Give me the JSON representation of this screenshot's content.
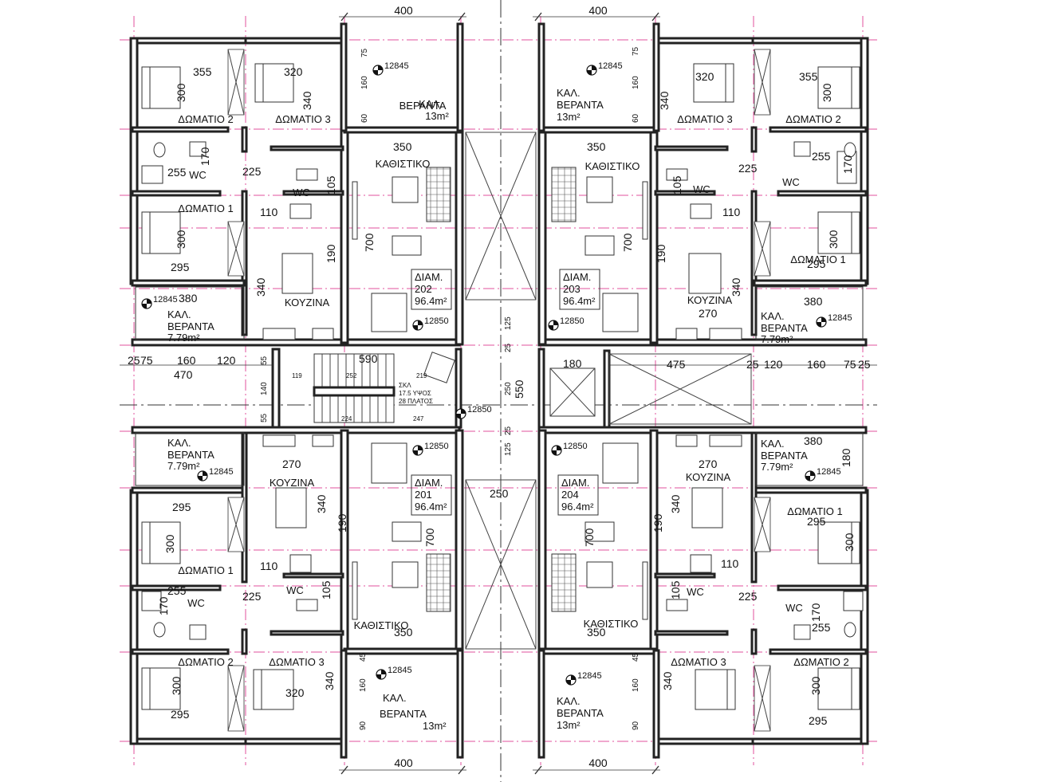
{
  "colors": {
    "wall": "#222222",
    "grid_line": "#e0529c",
    "background": "#ffffff"
  },
  "top_dims": [
    "400",
    "400"
  ],
  "bottom_dims": [
    "400",
    "400"
  ],
  "level_marks": [
    "12845",
    "12845",
    "12845",
    "12845",
    "12845",
    "12845",
    "12845",
    "12845",
    "12850",
    "12850",
    "12850",
    "12850",
    "12850"
  ],
  "apartments": [
    {
      "label": "ΔΙΑΜ.",
      "number": "202",
      "area": "96.4m²",
      "rooms": {
        "bed2": "ΔΩΜΑΤΙΟ 2",
        "bed3": "ΔΩΜΑΤΙΟ 3",
        "bed1": "ΔΩΜΑΤΙΟ 1",
        "wc": "WC",
        "wc2": "WC",
        "kitchen": "ΚΟΥΖΙΝΑ",
        "living": "ΚΑΘΙΣΤΙΚΟ"
      },
      "veranda": {
        "label1": "ΚΑΛ.",
        "label2": "ΒΕΡΑΝΤΑ",
        "area": "13m²"
      },
      "side_veranda": {
        "label1": "ΚΑΛ.",
        "label2": "ΒΕΡΑΝΤΑ",
        "area": "7.79m²"
      },
      "dims": [
        "355",
        "300",
        "320",
        "340",
        "75",
        "160",
        "60",
        "350",
        "170",
        "255",
        "225",
        "105",
        "300",
        "110",
        "190",
        "700",
        "295",
        "340",
        "380"
      ]
    },
    {
      "label": "ΔΙΑΜ.",
      "number": "203",
      "area": "96.4m²",
      "rooms": {
        "bed2": "ΔΩΜΑΤΙΟ 2",
        "bed3": "ΔΩΜΑΤΙΟ 3",
        "bed1": "ΔΩΜΑΤΙΟ 1",
        "wc": "WC",
        "wc2": "WC",
        "kitchen": "ΚΟΥΖΙΝΑ",
        "living": "ΚΑΘΙΣΤΙΚΟ"
      },
      "veranda": {
        "label1": "ΚΑΛ.",
        "label2": "ΒΕΡΑΝΤΑ",
        "area": "13m²"
      },
      "side_veranda": {
        "label1": "ΚΑΛ.",
        "label2": "ΒΕΡΑΝΤΑ",
        "area": "7.79m²"
      },
      "dims": [
        "355",
        "300",
        "320",
        "340",
        "75",
        "160",
        "60",
        "350",
        "170",
        "255",
        "225",
        "105",
        "300",
        "110",
        "190",
        "700",
        "295",
        "340",
        "380",
        "270"
      ]
    },
    {
      "label": "ΔΙΑΜ.",
      "number": "201",
      "area": "96.4m²",
      "rooms": {
        "bed2": "ΔΩΜΑΤΙΟ 2",
        "bed3": "ΔΩΜΑΤΙΟ 3",
        "bed1": "ΔΩΜΑΤΙΟ 1",
        "wc": "WC",
        "wc2": "WC",
        "kitchen": "ΚΟΥΖΙΝΑ",
        "living": "ΚΑΘΙΣΤΙΚΟ"
      },
      "veranda": {
        "label1": "ΚΑΛ.",
        "label2": "ΒΕΡΑΝΤΑ",
        "area": "13m²"
      },
      "side_veranda": {
        "label1": "ΚΑΛ.",
        "label2": "ΒΕΡΑΝΤΑ",
        "area": "7.79m²"
      },
      "dims": [
        "270",
        "295",
        "300",
        "340",
        "190",
        "110",
        "255",
        "170",
        "225",
        "105",
        "700",
        "350",
        "295",
        "300",
        "320",
        "340",
        "45",
        "160",
        "90"
      ]
    },
    {
      "label": "ΔΙΑΜ.",
      "number": "204",
      "area": "96.4m²",
      "rooms": {
        "bed2": "ΔΩΜΑΤΙΟ 2",
        "bed3": "ΔΩΜΑΤΙΟ 3",
        "bed1": "ΔΩΜΑΤΙΟ 1",
        "wc": "WC",
        "wc2": "WC",
        "kitchen": "ΚΟΥΖΙΝΑ",
        "living": "ΚΑΘΙΣΤΙΚΟ"
      },
      "veranda": {
        "label1": "ΚΑΛ.",
        "label2": "ΒΕΡΑΝΤΑ",
        "area": "13m²"
      },
      "side_veranda": {
        "label1": "ΚΑΛ.",
        "label2": "ΒΕΡΑΝΤΑ",
        "area": "7.79m²"
      },
      "dims": [
        "380",
        "270",
        "180",
        "295",
        "300",
        "190",
        "340",
        "110",
        "225",
        "105",
        "255",
        "170",
        "700",
        "350",
        "300",
        "295",
        "340",
        "45",
        "160",
        "90"
      ]
    }
  ],
  "core": {
    "dims_left": [
      "25",
      "75",
      "160",
      "120",
      "470",
      "55",
      "140",
      "55"
    ],
    "dims_right": [
      "475",
      "25",
      "120",
      "160",
      "75",
      "25"
    ],
    "stair": {
      "label1": "ΣΚΛ",
      "label2": "17.5 ΥΨΟΣ",
      "label3": "28 ΠΛΑΤΟΣ",
      "dims": [
        "590",
        "119",
        "252",
        "219",
        "224",
        "247"
      ]
    },
    "lift_dim": "180",
    "corridor_dims": [
      "125",
      "25",
      "250",
      "550",
      "25",
      "125",
      "250"
    ]
  }
}
